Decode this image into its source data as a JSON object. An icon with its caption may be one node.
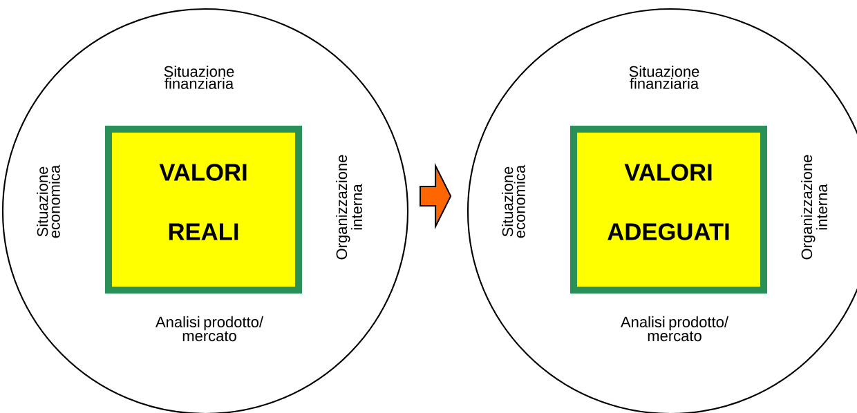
{
  "diagram": {
    "nodes": [
      {
        "text": [
          "Situazione finanziaria",
          "Situazione economica",
          "Organizzazione interna",
          "Analisi prodotto/ mercato"
        ]
      },
      {
        "text": [
          "VALORI",
          "REALI"
        ],
        "in": 0
      },
      {
        "text": [
          "Situazione finanziaria",
          "Situazione economica",
          "Organizzazione interna",
          "Analisi prodotto/ mercato"
        ]
      },
      {
        "text": [
          "VALORI",
          "ADEGUATI"
        ],
        "in": 2
      }
    ],
    "edges": [
      {
        "from": 0,
        "to": 2,
        "arrow": "to"
      }
    ]
  }
}
